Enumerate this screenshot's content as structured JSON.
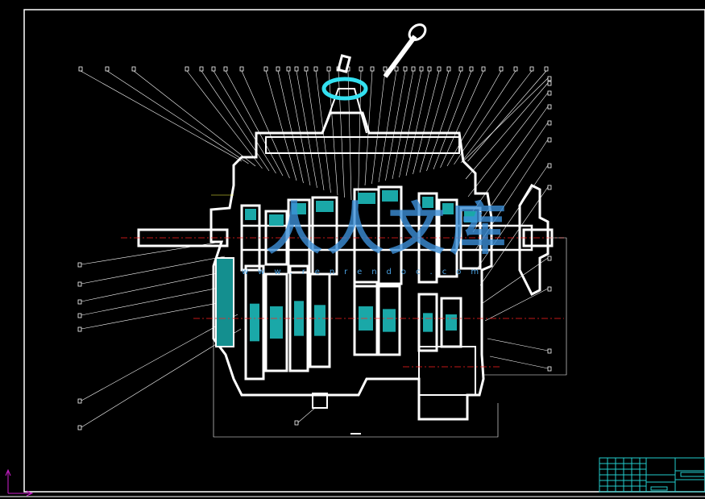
{
  "drawing": {
    "title": "Gearbox assembly drawing",
    "watermark_logo": "人人文库",
    "watermark_url": "www.renrendoc.com"
  },
  "colors": {
    "background": "#000000",
    "lines": "#ffffff",
    "hatch": "#33cccc",
    "centerline": "#ff2020",
    "dimension": "#ffff40",
    "titleblock": "#22cccc"
  }
}
